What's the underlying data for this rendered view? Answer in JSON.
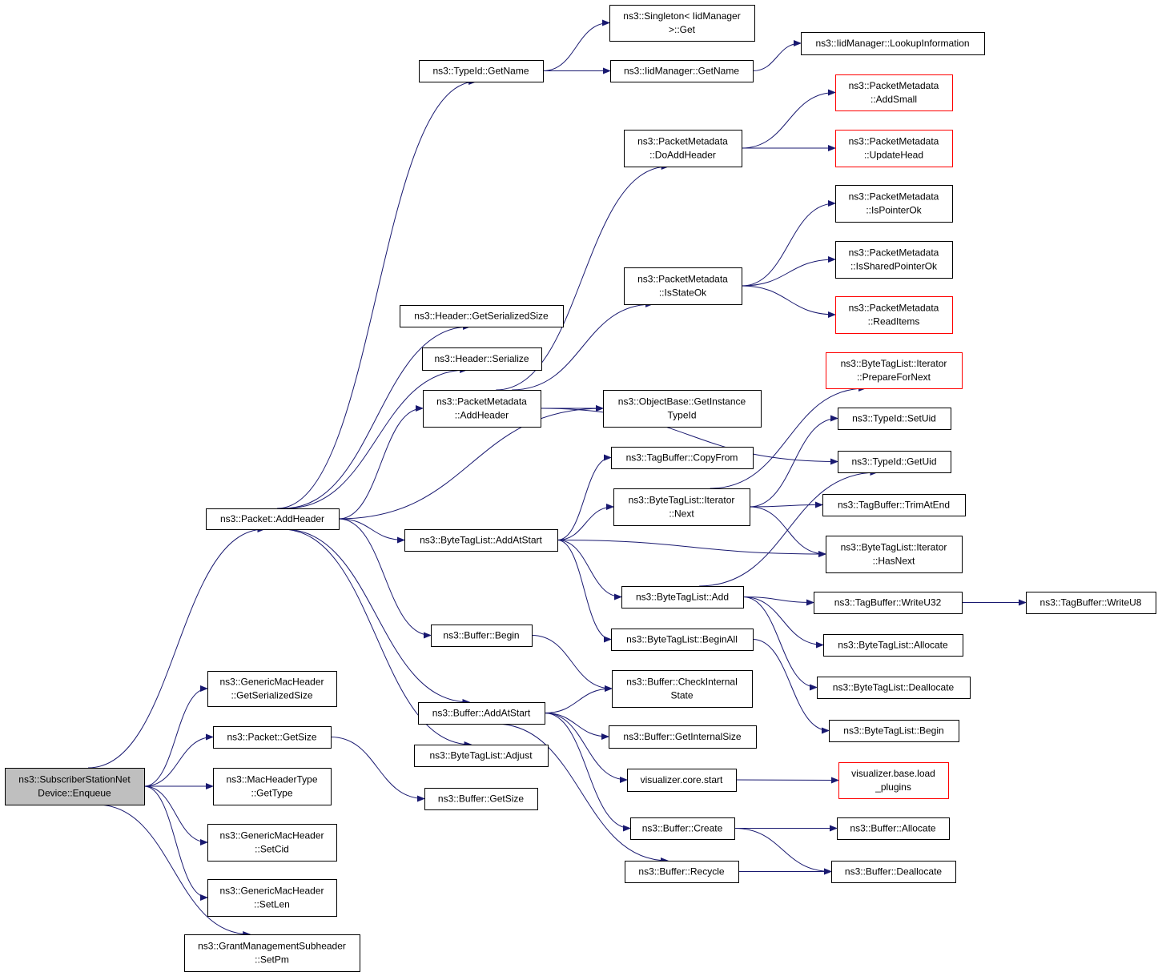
{
  "graph": {
    "nodes": [
      {
        "id": "root",
        "lines": [
          "ns3::SubscriberStationNet",
          "Device::Enqueue"
        ],
        "root": true
      },
      {
        "id": "packetAddHeader",
        "lines": [
          "ns3::Packet::AddHeader"
        ]
      },
      {
        "id": "gmhGetSerializedSize",
        "lines": [
          "ns3::GenericMacHeader",
          "::GetSerializedSize"
        ]
      },
      {
        "id": "packetGetSize",
        "lines": [
          "ns3::Packet::GetSize"
        ]
      },
      {
        "id": "macHeaderTypeGetType",
        "lines": [
          "ns3::MacHeaderType",
          "::GetType"
        ]
      },
      {
        "id": "gmhSetCid",
        "lines": [
          "ns3::GenericMacHeader",
          "::SetCid"
        ]
      },
      {
        "id": "gmhSetLen",
        "lines": [
          "ns3::GenericMacHeader",
          "::SetLen"
        ]
      },
      {
        "id": "gmsSetPm",
        "lines": [
          "ns3::GrantManagementSubheader",
          "::SetPm"
        ]
      },
      {
        "id": "typeIdGetName",
        "lines": [
          "ns3::TypeId::GetName"
        ]
      },
      {
        "id": "headerGetSerializedSize",
        "lines": [
          "ns3::Header::GetSerializedSize"
        ]
      },
      {
        "id": "headerSerialize",
        "lines": [
          "ns3::Header::Serialize"
        ]
      },
      {
        "id": "pmAddHeader",
        "lines": [
          "ns3::PacketMetadata",
          "::AddHeader"
        ]
      },
      {
        "id": "btlAddAtStart",
        "lines": [
          "ns3::ByteTagList::AddAtStart"
        ]
      },
      {
        "id": "bufferBegin",
        "lines": [
          "ns3::Buffer::Begin"
        ]
      },
      {
        "id": "bufferAddAtStart",
        "lines": [
          "ns3::Buffer::AddAtStart"
        ]
      },
      {
        "id": "btlAdjust",
        "lines": [
          "ns3::ByteTagList::Adjust"
        ]
      },
      {
        "id": "bufferGetSize",
        "lines": [
          "ns3::Buffer::GetSize"
        ]
      },
      {
        "id": "singletonGet",
        "lines": [
          "ns3::Singleton< IidManager",
          ">::Get"
        ]
      },
      {
        "id": "iidGetName",
        "lines": [
          "ns3::IidManager::GetName"
        ]
      },
      {
        "id": "iidLookup",
        "lines": [
          "ns3::IidManager::LookupInformation"
        ]
      },
      {
        "id": "pmDoAddHeader",
        "lines": [
          "ns3::PacketMetadata",
          "::DoAddHeader"
        ]
      },
      {
        "id": "pmIsStateOk",
        "lines": [
          "ns3::PacketMetadata",
          "::IsStateOk"
        ]
      },
      {
        "id": "pmAddSmall",
        "lines": [
          "ns3::PacketMetadata",
          "::AddSmall"
        ],
        "red": true
      },
      {
        "id": "pmUpdateHead",
        "lines": [
          "ns3::PacketMetadata",
          "::UpdateHead"
        ],
        "red": true
      },
      {
        "id": "pmIsPointerOk",
        "lines": [
          "ns3::PacketMetadata",
          "::IsPointerOk"
        ]
      },
      {
        "id": "pmIsSharedPointerOk",
        "lines": [
          "ns3::PacketMetadata",
          "::IsSharedPointerOk"
        ]
      },
      {
        "id": "pmReadItems",
        "lines": [
          "ns3::PacketMetadata",
          "::ReadItems"
        ],
        "red": true
      },
      {
        "id": "objGetInstanceTypeId",
        "lines": [
          "ns3::ObjectBase::GetInstance",
          "TypeId"
        ]
      },
      {
        "id": "tbCopyFrom",
        "lines": [
          "ns3::TagBuffer::CopyFrom"
        ]
      },
      {
        "id": "btlIterNext",
        "lines": [
          "ns3::ByteTagList::Iterator",
          "::Next"
        ]
      },
      {
        "id": "btlAdd",
        "lines": [
          "ns3::ByteTagList::Add"
        ]
      },
      {
        "id": "btlBeginAll",
        "lines": [
          "ns3::ByteTagList::BeginAll"
        ]
      },
      {
        "id": "bufCheckInternalState",
        "lines": [
          "ns3::Buffer::CheckInternal",
          "State"
        ]
      },
      {
        "id": "bufGetInternalSize",
        "lines": [
          "ns3::Buffer::GetInternalSize"
        ]
      },
      {
        "id": "vizCoreStart",
        "lines": [
          "visualizer.core.start"
        ]
      },
      {
        "id": "bufCreate",
        "lines": [
          "ns3::Buffer::Create"
        ]
      },
      {
        "id": "bufRecycle",
        "lines": [
          "ns3::Buffer::Recycle"
        ]
      },
      {
        "id": "btlIterPrepareForNext",
        "lines": [
          "ns3::ByteTagList::Iterator",
          "::PrepareForNext"
        ],
        "red": true
      },
      {
        "id": "typeIdSetUid",
        "lines": [
          "ns3::TypeId::SetUid"
        ]
      },
      {
        "id": "typeIdGetUid",
        "lines": [
          "ns3::TypeId::GetUid"
        ]
      },
      {
        "id": "tbTrimAtEnd",
        "lines": [
          "ns3::TagBuffer::TrimAtEnd"
        ]
      },
      {
        "id": "btlIterHasNext",
        "lines": [
          "ns3::ByteTagList::Iterator",
          "::HasNext"
        ]
      },
      {
        "id": "tbWriteU32",
        "lines": [
          "ns3::TagBuffer::WriteU32"
        ]
      },
      {
        "id": "tbWriteU8",
        "lines": [
          "ns3::TagBuffer::WriteU8"
        ]
      },
      {
        "id": "btlAllocate",
        "lines": [
          "ns3::ByteTagList::Allocate"
        ]
      },
      {
        "id": "btlDeallocate",
        "lines": [
          "ns3::ByteTagList::Deallocate"
        ]
      },
      {
        "id": "btlBegin",
        "lines": [
          "ns3::ByteTagList::Begin"
        ]
      },
      {
        "id": "vizLoadPlugins",
        "lines": [
          "visualizer.base.load",
          "_plugins"
        ],
        "red": true
      },
      {
        "id": "bufAllocate",
        "lines": [
          "ns3::Buffer::Allocate"
        ]
      },
      {
        "id": "bufDeallocate",
        "lines": [
          "ns3::Buffer::Deallocate"
        ]
      }
    ],
    "edges": [
      [
        "root",
        "packetAddHeader"
      ],
      [
        "root",
        "gmhGetSerializedSize"
      ],
      [
        "root",
        "packetGetSize"
      ],
      [
        "root",
        "macHeaderTypeGetType"
      ],
      [
        "root",
        "gmhSetCid"
      ],
      [
        "root",
        "gmhSetLen"
      ],
      [
        "root",
        "gmsSetPm"
      ],
      [
        "packetAddHeader",
        "typeIdGetName"
      ],
      [
        "packetAddHeader",
        "headerGetSerializedSize"
      ],
      [
        "packetAddHeader",
        "headerSerialize"
      ],
      [
        "packetAddHeader",
        "pmAddHeader"
      ],
      [
        "packetAddHeader",
        "objGetInstanceTypeId"
      ],
      [
        "packetAddHeader",
        "btlAddAtStart"
      ],
      [
        "packetAddHeader",
        "bufferBegin"
      ],
      [
        "packetAddHeader",
        "bufferAddAtStart"
      ],
      [
        "packetAddHeader",
        "btlAdjust"
      ],
      [
        "packetGetSize",
        "bufferGetSize"
      ],
      [
        "typeIdGetName",
        "singletonGet"
      ],
      [
        "typeIdGetName",
        "iidGetName"
      ],
      [
        "iidGetName",
        "iidLookup"
      ],
      [
        "pmAddHeader",
        "pmDoAddHeader"
      ],
      [
        "pmAddHeader",
        "pmIsStateOk"
      ],
      [
        "pmAddHeader",
        "objGetInstanceTypeId"
      ],
      [
        "pmAddHeader",
        "typeIdGetUid"
      ],
      [
        "pmDoAddHeader",
        "pmAddSmall"
      ],
      [
        "pmDoAddHeader",
        "pmUpdateHead"
      ],
      [
        "pmIsStateOk",
        "pmIsPointerOk"
      ],
      [
        "pmIsStateOk",
        "pmIsSharedPointerOk"
      ],
      [
        "pmIsStateOk",
        "pmReadItems"
      ],
      [
        "btlAddAtStart",
        "tbCopyFrom"
      ],
      [
        "btlAddAtStart",
        "btlIterNext"
      ],
      [
        "btlAddAtStart",
        "btlIterHasNext"
      ],
      [
        "btlAddAtStart",
        "btlAdd"
      ],
      [
        "btlAddAtStart",
        "btlBeginAll"
      ],
      [
        "btlIterNext",
        "btlIterPrepareForNext"
      ],
      [
        "btlIterNext",
        "typeIdSetUid"
      ],
      [
        "btlIterNext",
        "tbTrimAtEnd"
      ],
      [
        "btlIterNext",
        "btlIterHasNext"
      ],
      [
        "btlAdd",
        "typeIdGetUid"
      ],
      [
        "btlAdd",
        "tbWriteU32"
      ],
      [
        "btlAdd",
        "btlAllocate"
      ],
      [
        "btlAdd",
        "btlDeallocate"
      ],
      [
        "tbWriteU32",
        "tbWriteU8"
      ],
      [
        "btlBeginAll",
        "btlBegin"
      ],
      [
        "bufferBegin",
        "bufCheckInternalState"
      ],
      [
        "bufferAddAtStart",
        "bufCheckInternalState"
      ],
      [
        "bufferAddAtStart",
        "bufGetInternalSize"
      ],
      [
        "bufferAddAtStart",
        "vizCoreStart"
      ],
      [
        "bufferAddAtStart",
        "bufCreate"
      ],
      [
        "bufferAddAtStart",
        "bufRecycle"
      ],
      [
        "vizCoreStart",
        "vizLoadPlugins"
      ],
      [
        "bufCreate",
        "bufAllocate"
      ],
      [
        "bufCreate",
        "bufDeallocate"
      ],
      [
        "bufRecycle",
        "bufDeallocate"
      ]
    ]
  },
  "colors": {
    "edge": "#191970",
    "root_fill": "#bfbfbf",
    "red_border": "#ff0000"
  }
}
